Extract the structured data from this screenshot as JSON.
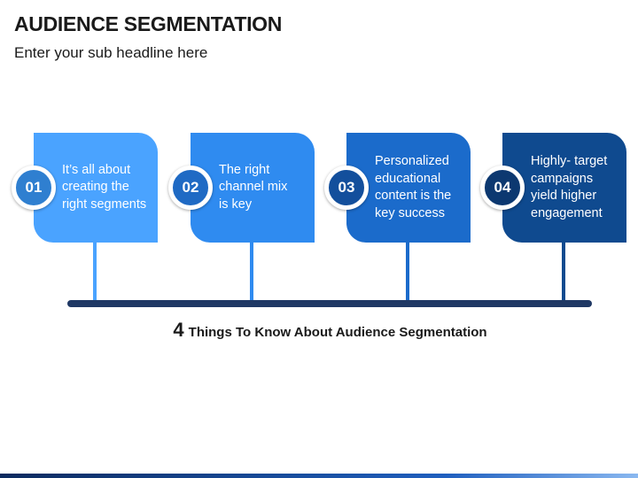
{
  "header": {
    "title": "AUDIENCE SEGMENTATION",
    "subtitle": "Enter your sub headline here"
  },
  "steps": [
    {
      "number": "01",
      "text": "It’s all about\ncreating the\nright segments",
      "color": "#4aa3ff",
      "badge_color": "#2f7fd0"
    },
    {
      "number": "02",
      "text": "The right\nchannel mix\nis key",
      "color": "#2f8bf0",
      "badge_color": "#1f6ac4"
    },
    {
      "number": "03",
      "text": "Personalized\neducational\ncontent is the\nkey success",
      "color": "#1b6bcb",
      "badge_color": "#134f9c"
    },
    {
      "number": "04",
      "text": "Highly- target\ncampaigns\nyield higher\nengagement",
      "color": "#0f4a8f",
      "badge_color": "#0c3870"
    }
  ],
  "caption": {
    "number": "4",
    "text": "Things To Know About Audience Segmentation"
  },
  "colors": {
    "timeline": "#1f3864"
  }
}
